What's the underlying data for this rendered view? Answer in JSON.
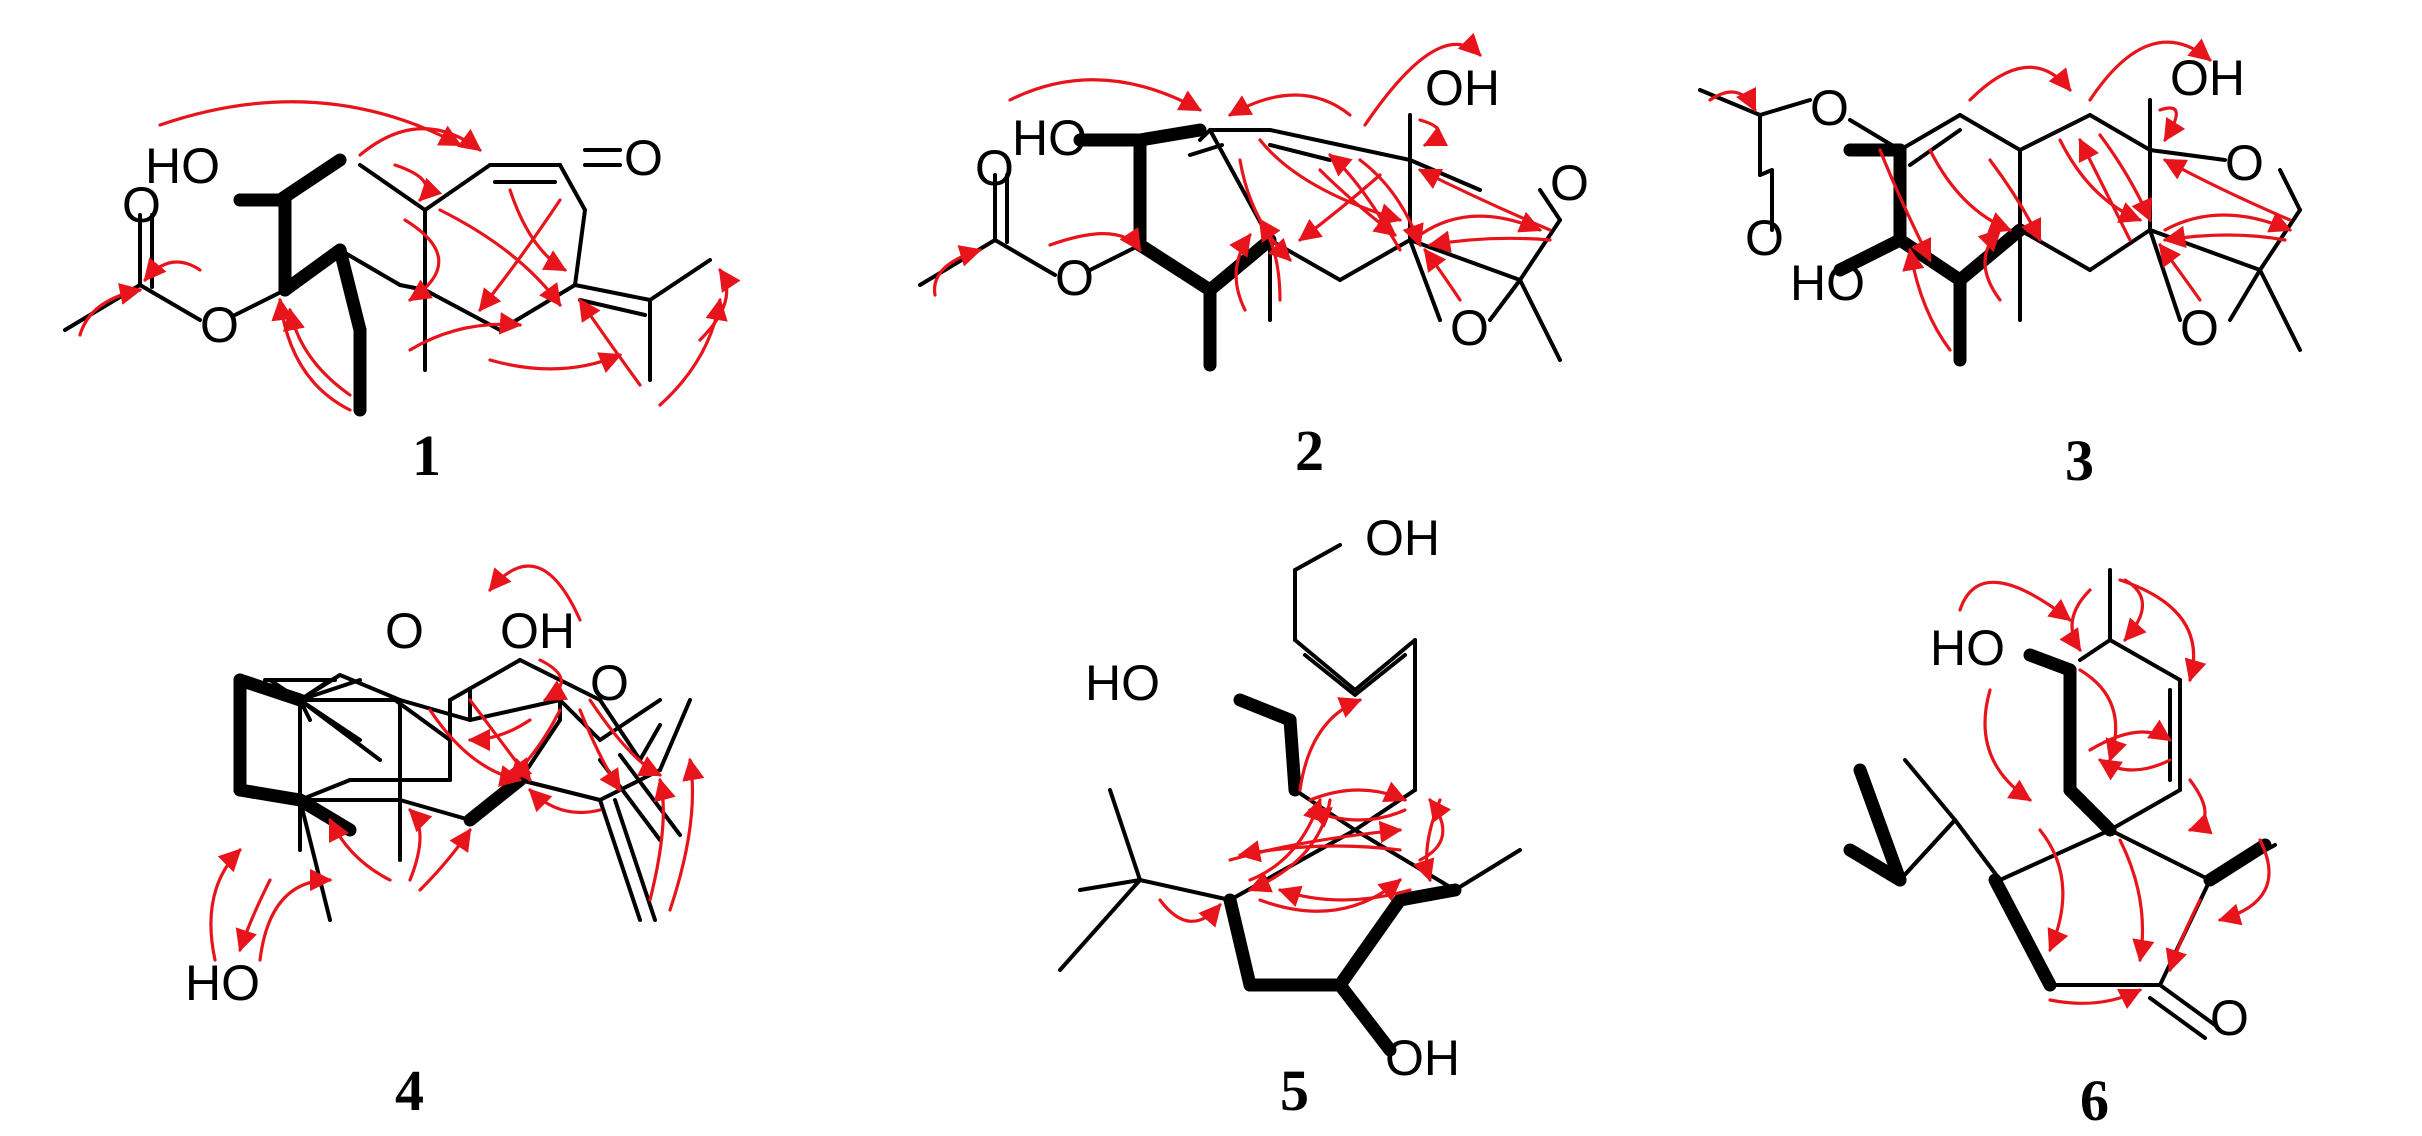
{
  "colors": {
    "bond": "#000000",
    "hmbc_arrow": "#e8141b",
    "background": "#ffffff"
  },
  "compounds": [
    {
      "label": "1",
      "atoms": {
        "hydroxyl": "HO",
        "carbonyl_o": "O",
        "ester_o": "O",
        "ketone": "O"
      }
    },
    {
      "label": "2",
      "atoms": {
        "hydroxyl": "HO",
        "oh": "OH",
        "ring_o": "O",
        "epoxy_o": "O",
        "ester_o": "O",
        "carbonyl_o": "O"
      }
    },
    {
      "label": "3",
      "atoms": {
        "hydroxyl": "HO",
        "oh": "OH",
        "ring_o": "O",
        "epoxy_o": "O",
        "ester_o": "O",
        "carbonyl_o": "O"
      }
    },
    {
      "label": "4",
      "atoms": {
        "epoxy_o": "O",
        "oh": "OH",
        "ring_o": "O",
        "hydroxyl": "HO"
      }
    },
    {
      "label": "5",
      "atoms": {
        "oh_top": "OH",
        "hydroxyl": "HO",
        "oh_bottom": "OH"
      }
    },
    {
      "label": "6",
      "atoms": {
        "hydroxyl": "HO",
        "ketone": "O"
      }
    }
  ]
}
